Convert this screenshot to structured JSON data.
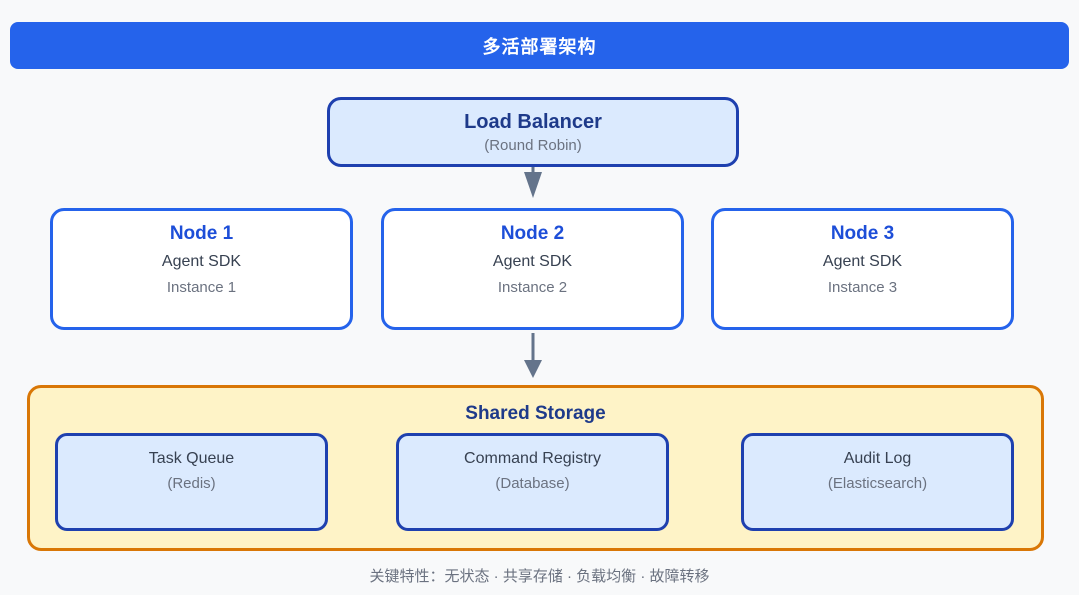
{
  "title_bar": {
    "label": "多活部署架构"
  },
  "load_balancer": {
    "title": "Load Balancer",
    "subtitle": "(Round Robin)"
  },
  "nodes": [
    {
      "title": "Node 1",
      "line1": "Agent SDK",
      "line2": "Instance 1"
    },
    {
      "title": "Node 2",
      "line1": "Agent SDK",
      "line2": "Instance 2"
    },
    {
      "title": "Node 3",
      "line1": "Agent SDK",
      "line2": "Instance 3"
    }
  ],
  "shared_storage": {
    "title": "Shared Storage",
    "items": [
      {
        "title": "Task Queue",
        "subtitle": "(Redis)"
      },
      {
        "title": "Command Registry",
        "subtitle": "(Database)"
      },
      {
        "title": "Audit Log",
        "subtitle": "(Elasticsearch)"
      }
    ]
  },
  "footer": {
    "label": "关键特性：无状态 · 共享存储 · 负载均衡 · 故障转移"
  },
  "colors": {
    "banner_blue": "#2563eb",
    "light_blue_fill": "#dbeafe",
    "dark_blue_border": "#1e40af",
    "node_border_blue": "#2563eb",
    "storage_fill_yellow": "#fef3c7",
    "storage_border_orange": "#d97706",
    "heading_navy": "#1e3a8a",
    "node_title_blue": "#1d4ed8",
    "text_dark": "#374151",
    "text_gray": "#6b7280",
    "arrow_gray": "#64748b",
    "page_background": "#f8f9fa"
  }
}
